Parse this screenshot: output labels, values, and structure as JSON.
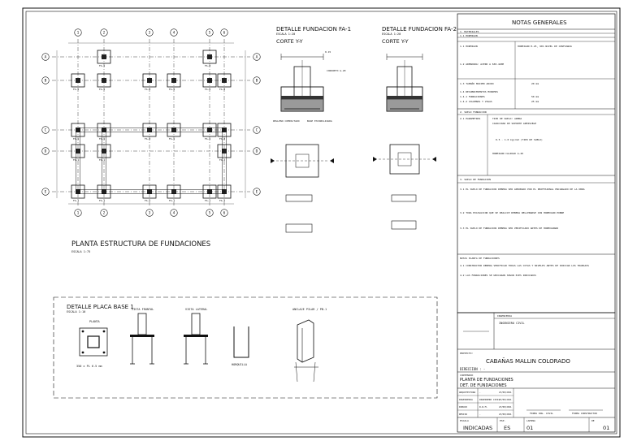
{
  "plan": {
    "title": "PLANTA ESTRUCTURA DE FUNDACIONES",
    "scale": "ESCALA 1:75",
    "grid_cols": [
      "1",
      "2",
      "3",
      "4",
      "5",
      "6"
    ],
    "grid_rows": [
      "A",
      "B",
      "C",
      "D",
      "E"
    ],
    "footing_labels": [
      "FA-1",
      "FA-2",
      "FA-1",
      "FA-1",
      "FA-2",
      "FA-1"
    ]
  },
  "detail1": {
    "title": "DETALLE FUNDACION FA-1",
    "scale": "ESCALA 1:20",
    "cut": "CORTE Y-Y",
    "note_top": "0.15",
    "note_conc": "CONCRETO G-20",
    "note_ref": "RELLENO COMPACTADO",
    "note_base": "BASE ESTABILIZADA"
  },
  "detail2": {
    "title": "DETALLE FUNDACION FA-2",
    "scale": "ESCALA 1:20",
    "cut": "CORTE Y-Y"
  },
  "notes": {
    "header": "NOTAS GENERALES",
    "sec1": "1. MATERIALES",
    "sec1a": "1.1 HORMIGON",
    "sec1b": "1.2 ARMADURA: ACERO A 630-420H",
    "sec1c": "1.3 TAMAÑO MAXIMO ARIDO",
    "sec1d": "1.4 RECUBRIMIENTOS MINIMOS",
    "sec1d1": "1.4.1 FUNDACIONES",
    "sec1d2": "1.4.2 COLUMNAS Y VIGAS",
    "val1": "HORMIGON H-25, 90% NIVEL DE CONFIANZA",
    "val2": "20 mm",
    "val3": "50 mm",
    "val4": "25 mm",
    "sec2": "2. SUELO FUNDACION",
    "sec2a": "2.1 PARAMETROS",
    "sec2v1": "TIPO DE SUELO: ARENA",
    "sec2v2": "CAPACIDAD DE SOPORTE ADMISIBLE",
    "sec2v3": "0.5 - 1.0 kg/cm2 (TIPO DE SUELO)",
    "sec2v4": "HORMIGON CALIDAD G-20",
    "sec3": "3. SUELO DE FUNDACION",
    "sec3t1": "3.1 EL SUELO DE FUNDACION DEBERA SER APROBADO POR EL PROFESIONAL ENCARGADO DE LA OBRA",
    "sec3t2": "3.2 TODA EXCAVACION QUE SE REALICE DEBERA RELLENARSE CON HORMIGON POBRE",
    "sec3t3": "3.3 EL SUELO DE FUNDACION DEBERA SER VERIFICADO ANTES DE HORMIGONAR",
    "sec4": "NOTAS PLANTA DE FUNDACIONES",
    "sec4t1": "4.1 CONSTRUCTOR DEBERA VERIFICAR TODAS LAS COTAS Y NIVELES ANTES DE INICIAR LOS TRABAJOS",
    "sec4t2": "4.2 LAS FUNDACIONES SE UBICARAN SEGUN EJES INDICADOS"
  },
  "placa": {
    "title": "DETALLE PLACA BASE 1",
    "scale": "ESCALA 1:10",
    "v1": "PLANTA",
    "v2": "VISTA FRONTAL",
    "v3": "VISTA LATERAL",
    "v4": "HORQUILLA",
    "v5": "ANCLAJE PILAR / PB-1",
    "plate": "350 x PL 6.5 mm"
  },
  "titleblock": {
    "ing_label": "INGENIERIA",
    "ing_name": "INGENIERO CIVIL",
    "proyecto_label": "PROYECTO:",
    "proyecto": "CABAÑAS MALLIN COLORADO",
    "direccion": "DIRECCION :  -",
    "contenido_label": "CONTENIDO",
    "contenido1": "PLANTA DE FUNDACIONES",
    "contenido2": "DET. DE FUNDACIONES",
    "rows": [
      {
        "k": "ARQUITECTURA",
        "v": "-",
        "d": "23/08/2021"
      },
      {
        "k": "INGENIERIA",
        "v": "INGENIERO CIVIL",
        "d": "23/08/2021"
      },
      {
        "k": "DIBUJO",
        "v": "R.R.M.",
        "d": "23/08/2021"
      },
      {
        "k": "REVISO",
        "v": "-",
        "d": "23/08/2021"
      }
    ],
    "firma1": "FIRMA ING. CIVIL",
    "firma2": "FIRMA CONSTRUCTOR",
    "escala_label": "ESCALA",
    "escala": "INDICADAS",
    "esp_label": "ESP.",
    "esp": "ES",
    "lam_label": "LAMINA",
    "lam": "01",
    "de_label": "DE",
    "de": "01"
  }
}
